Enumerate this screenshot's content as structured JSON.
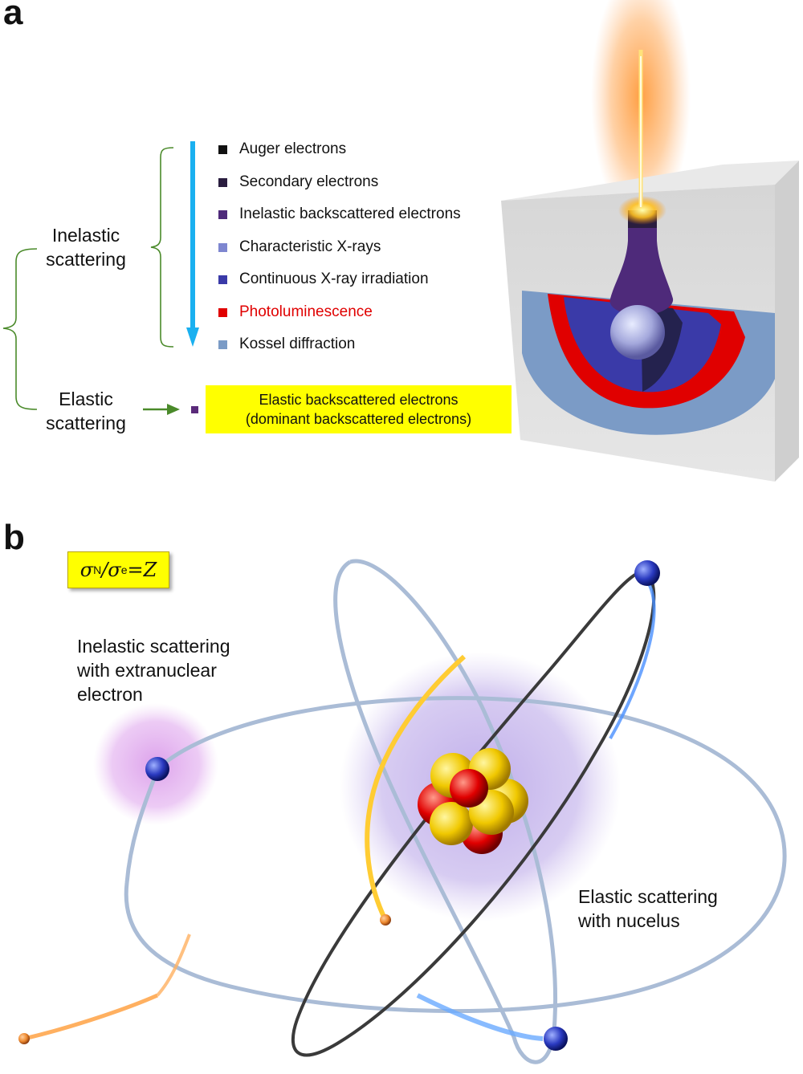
{
  "panel_a": {
    "letter": "a",
    "legend": [
      {
        "label": "Auger electrons",
        "color": "#111111",
        "text_color": "#111111"
      },
      {
        "label": "Secondary electrons",
        "color": "#2a1d3f",
        "text_color": "#111111"
      },
      {
        "label": "Inelastic backscattered electrons",
        "color": "#4e2a7a",
        "text_color": "#111111"
      },
      {
        "label": "Characteristic X-rays",
        "color": "#7e86d0",
        "text_color": "#111111"
      },
      {
        "label": "Continuous X-ray irradiation",
        "color": "#3a3aa8",
        "text_color": "#111111"
      },
      {
        "label": "Photoluminescence",
        "color": "#e00000",
        "text_color": "#e00000"
      },
      {
        "label": "Kossel diffraction",
        "color": "#7b9bc6",
        "text_color": "#111111"
      }
    ],
    "inelastic_label_line1": "Inelastic",
    "inelastic_label_line2": "scattering",
    "elastic_label_line1": "Elastic",
    "elastic_label_line2": "scattering",
    "elastic_box_line1": "Elastic backscattered electrons",
    "elastic_box_line2": "(dominant backscattered electrons)",
    "colors": {
      "arrow": "#1ab0f0",
      "bracket": "#4a8a2a",
      "elastic_square": "#5a2a7a",
      "highlight": "#ffff00"
    }
  },
  "panel_b": {
    "letter": "b",
    "formula_sigma": "σ",
    "formula_sub_n": "N",
    "formula_slash": "/σ",
    "formula_sub_e": "e",
    "formula_rhs": "=Z",
    "inelastic_caption_line1": "Inelastic scattering",
    "inelastic_caption_line2": "with extranuclear",
    "inelastic_caption_line3": "electron",
    "elastic_caption_line1": "Elastic scattering",
    "elastic_caption_line2": "with nucelus"
  }
}
